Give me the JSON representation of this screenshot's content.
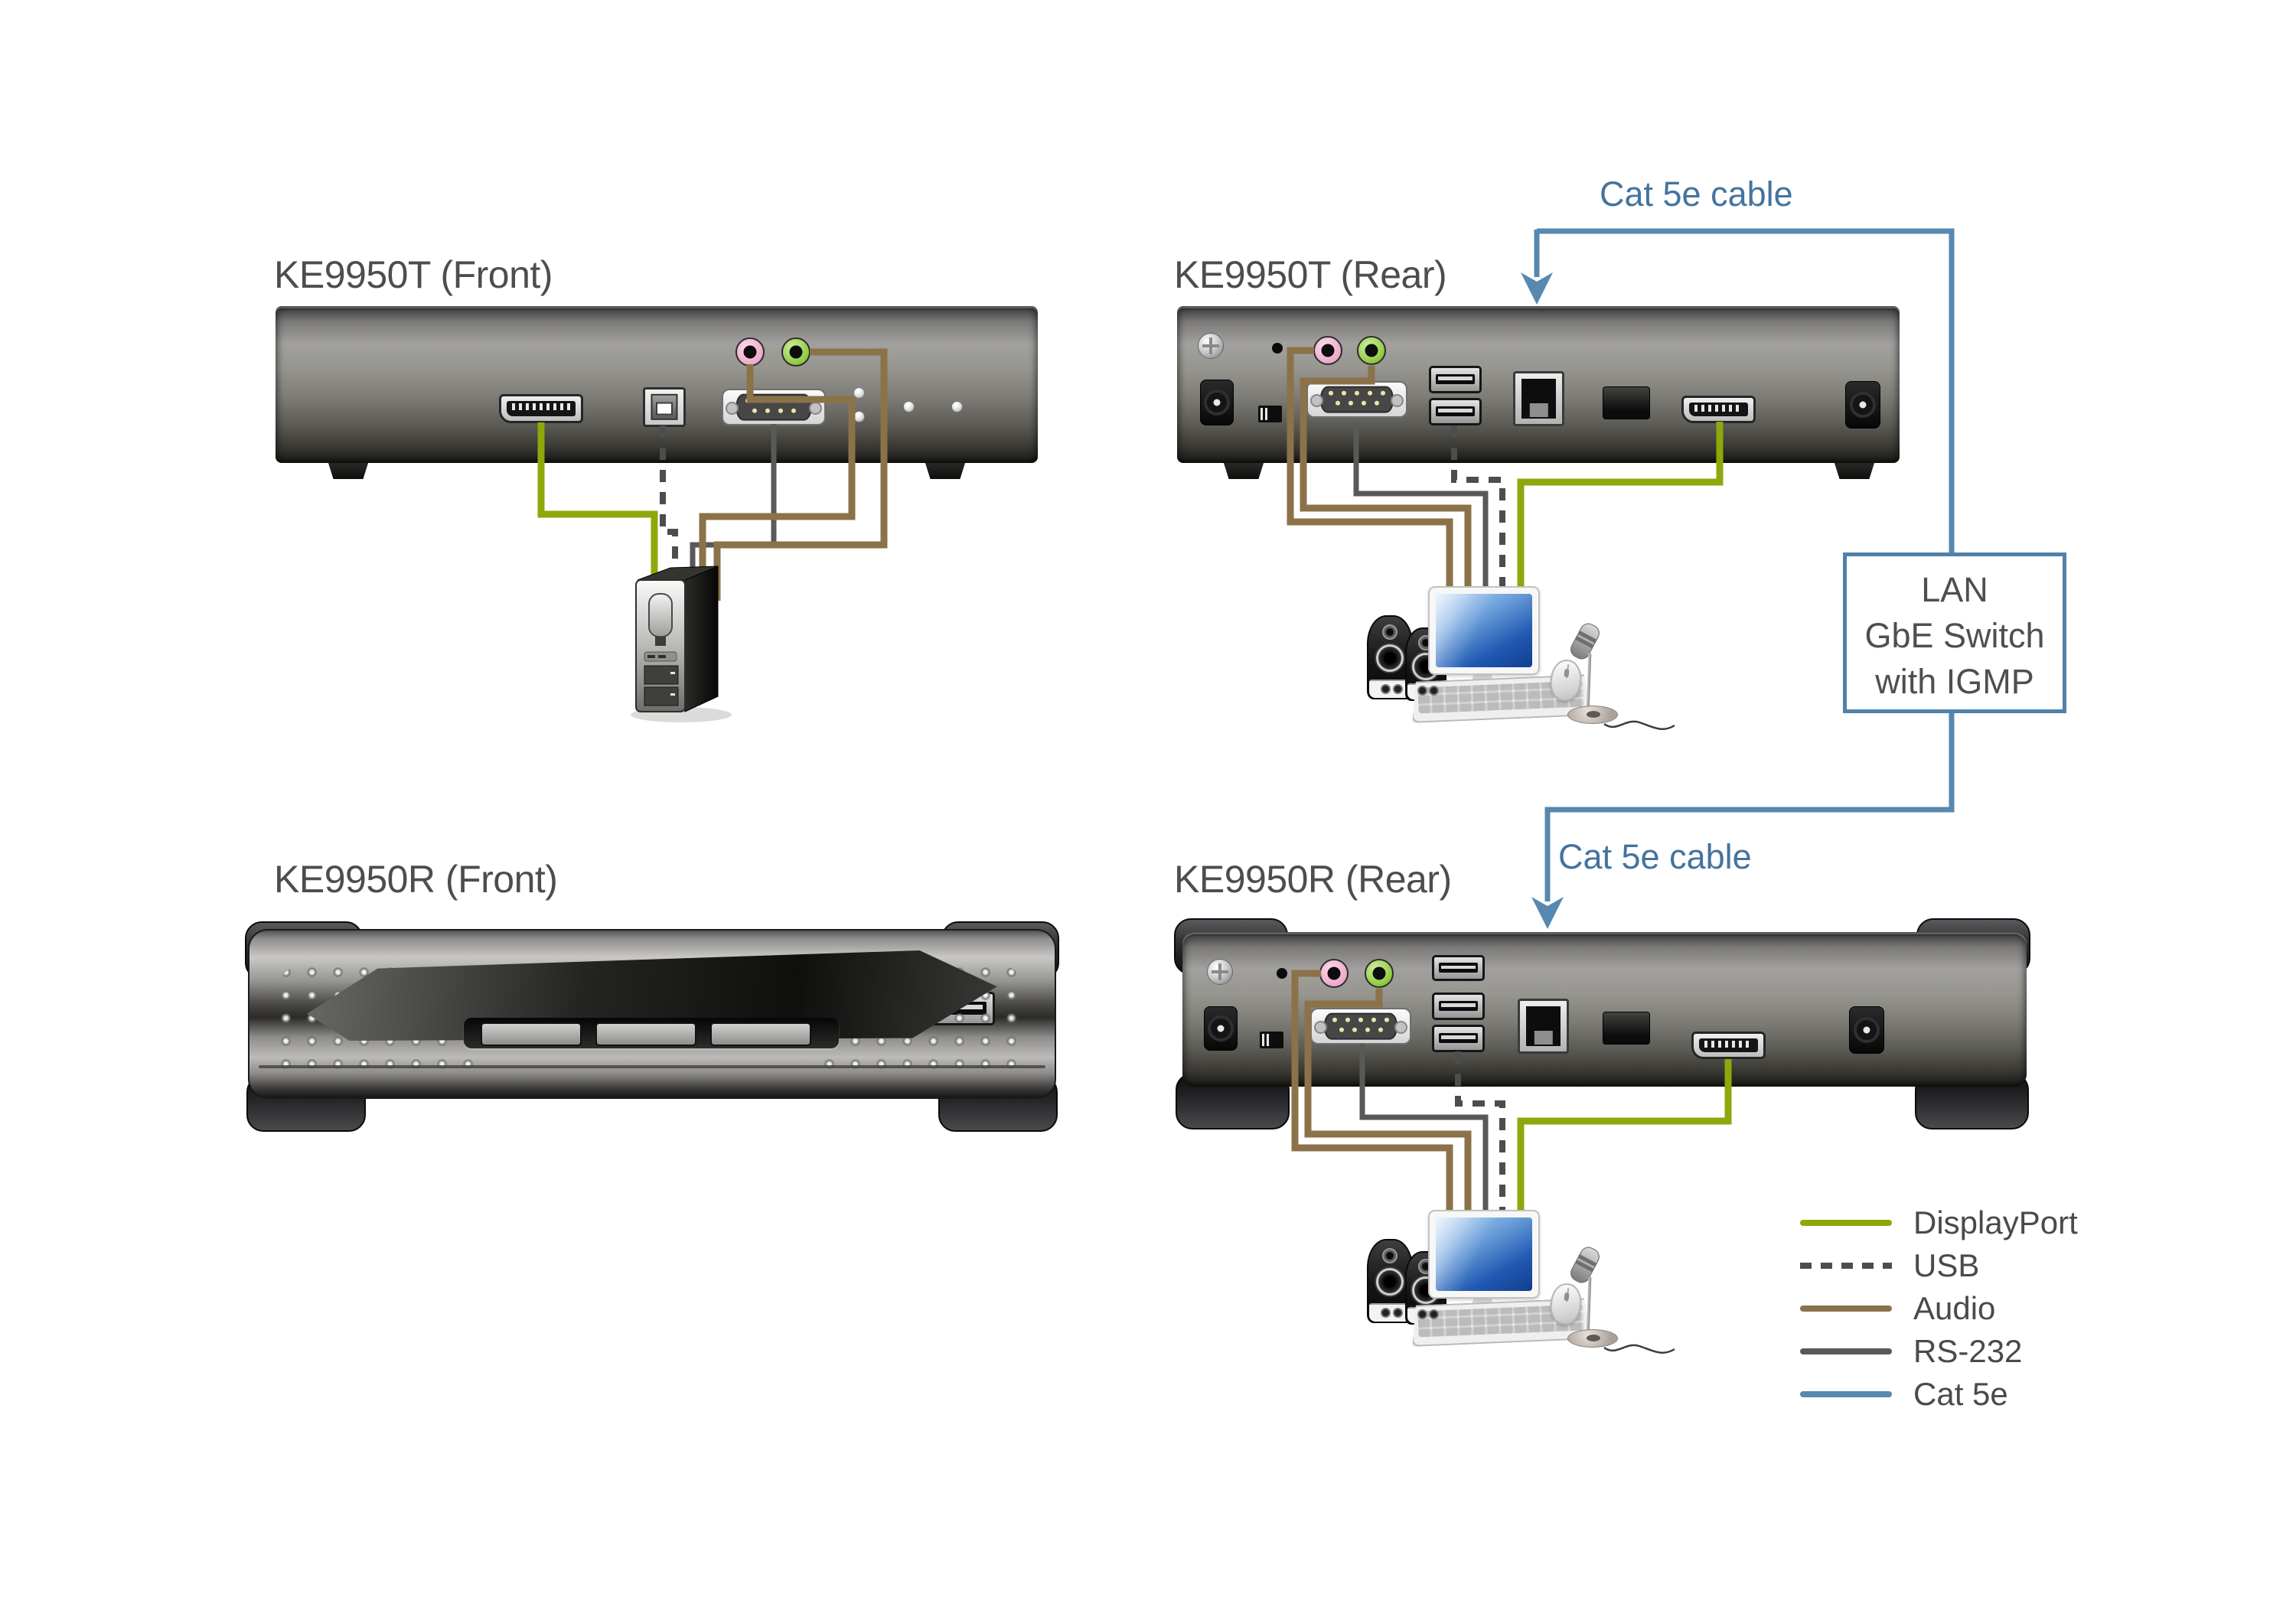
{
  "titles": {
    "t_front": "KE9950T (Front)",
    "t_rear": "KE9950T (Rear)",
    "r_front": "KE9950R (Front)",
    "r_rear": "KE9950R (Rear)"
  },
  "labels": {
    "cat5e_top": "Cat 5e cable",
    "cat5e_bottom": "Cat 5e cable"
  },
  "lan_box": {
    "line1": "LAN",
    "line2": "GbE Switch",
    "line3": "with IGMP"
  },
  "legend": {
    "items": [
      {
        "label": "DisplayPort",
        "color": "#8ca80b",
        "style": "solid"
      },
      {
        "label": "USB",
        "color": "#4d4d4d",
        "style": "dashed"
      },
      {
        "label": "Audio",
        "color": "#8b7249",
        "style": "solid"
      },
      {
        "label": "RS-232",
        "color": "#595957",
        "style": "solid"
      },
      {
        "label": "Cat 5e",
        "color": "#5688b0",
        "style": "solid"
      }
    ]
  },
  "colors": {
    "displayport": "#8ca80b",
    "usb": "#4d4d4d",
    "audio": "#8b7249",
    "rs232": "#595957",
    "cat5e": "#5688b0",
    "title_text": "#4d4d4d",
    "cable_label_text": "#44749f",
    "lan_box_border": "#4e81ab"
  },
  "devices": {
    "ke9950t_front": {
      "ports": [
        "displayport",
        "usb-b",
        "rs232-db9",
        "mic-jack",
        "speaker-jack",
        "led-x4"
      ]
    },
    "ke9950t_rear": {
      "ports": [
        "grounding-screw",
        "reset-hole",
        "mic-jack",
        "speaker-jack",
        "dc-power-left",
        "dip-switch",
        "rs232-db9",
        "usb-a-dual",
        "rj45-lan",
        "sfp-slot",
        "displayport",
        "dc-power-right"
      ]
    },
    "ke9950r_front": {
      "ports": [
        "led-x4",
        "button-x3",
        "usb-a"
      ]
    },
    "ke9950r_rear": {
      "ports": [
        "grounding-screw",
        "reset-hole",
        "mic-jack",
        "speaker-jack",
        "usb-a-top",
        "dc-power-left",
        "dip-switch",
        "rs232-db9",
        "usb-a-dual",
        "rj45-lan",
        "sfp-slot",
        "displayport",
        "dc-power-right"
      ]
    }
  }
}
